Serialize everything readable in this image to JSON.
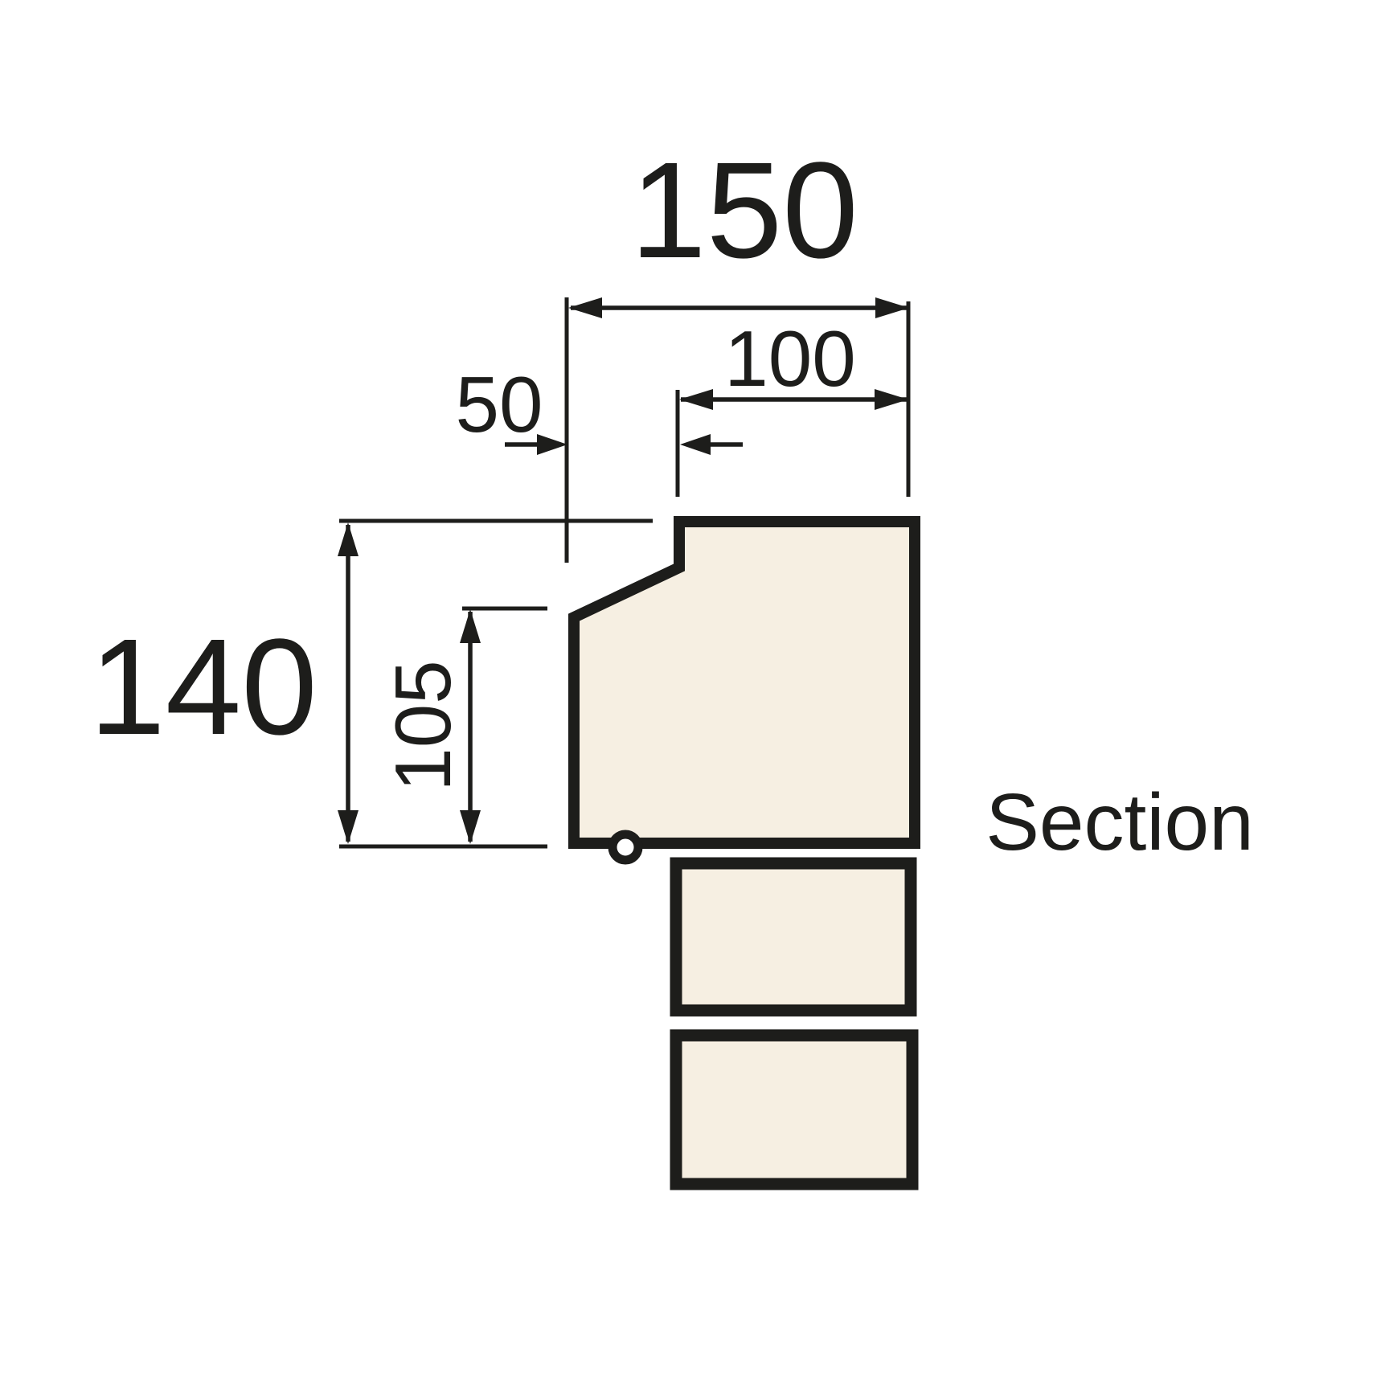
{
  "drawing": {
    "caption": "Section",
    "labels": {
      "overall_width": "150",
      "upper_width": "100",
      "splay_width": "50",
      "overall_height": "140",
      "face_height": "105"
    }
  },
  "colors": {
    "line": "#1d1d1b",
    "stone": "#f6efe2",
    "bg": "#ffffff"
  }
}
